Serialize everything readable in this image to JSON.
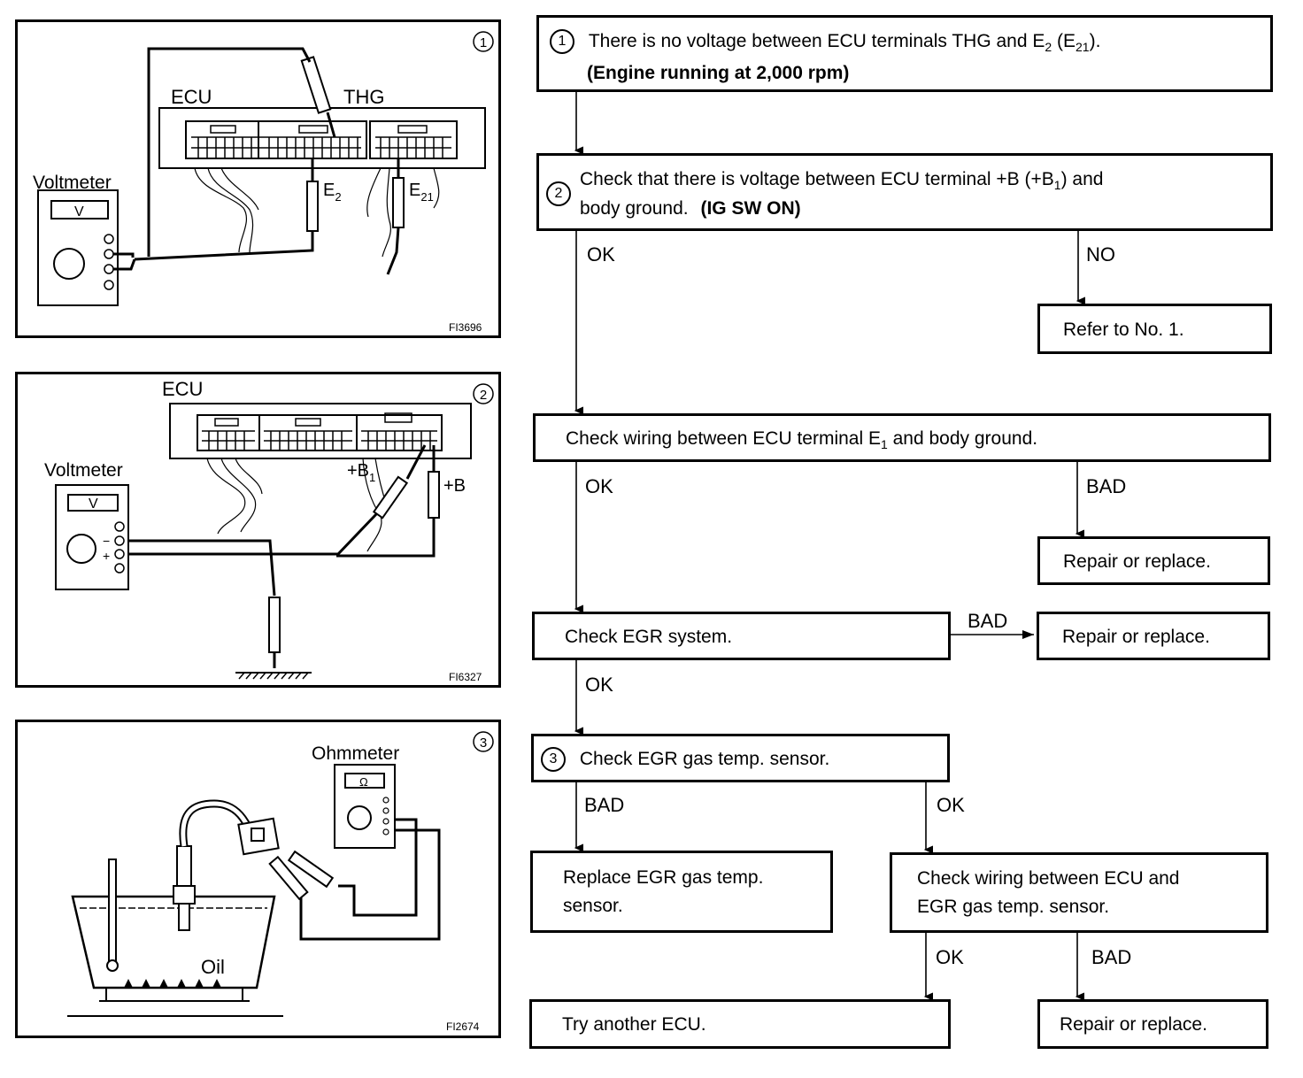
{
  "panels": [
    {
      "number": "1",
      "labels": {
        "ecu": "ECU",
        "thg": "THG",
        "voltmeter": "Voltmeter",
        "v": "V",
        "e2": "E",
        "e2_sub": "2",
        "e21": "E",
        "e21_sub": "21"
      },
      "code": "FI3696"
    },
    {
      "number": "2",
      "labels": {
        "ecu": "ECU",
        "voltmeter": "Voltmeter",
        "v": "V",
        "b1": "+B",
        "b1_sub": "1",
        "b": "+B",
        "minus": "−",
        "plus": "+"
      },
      "code": "FI6327"
    },
    {
      "number": "3",
      "labels": {
        "ohmmeter": "Ohmmeter",
        "omega": "Ω",
        "oil": "Oil"
      },
      "code": "FI2674"
    }
  ],
  "flowchart": {
    "step1": {
      "num": "1",
      "line1_a": "There is no voltage between ECU terminals THG and E",
      "line1_sub": "2",
      "line1_b": " (E",
      "line1_sub2": "21",
      "line1_c": ").",
      "line2": "(Engine running at 2,000 rpm)"
    },
    "step2": {
      "num": "2",
      "line1_a": "Check that there is voltage between ECU terminal +B (+B",
      "line1_sub": "1",
      "line1_b": ") and",
      "line2_a": "body ground.",
      "line2_b": "(IG SW ON)"
    },
    "no_label": "NO",
    "refer": "Refer to No. 1.",
    "ok1": "OK",
    "check_e1_a": "Check wiring between ECU terminal E",
    "check_e1_sub": "1",
    "check_e1_b": " and body ground.",
    "ok2": "OK",
    "bad1": "BAD",
    "repair1": "Repair or replace.",
    "check_egr": "Check EGR system.",
    "bad2": "BAD",
    "repair2": "Repair or replace.",
    "ok3": "OK",
    "step3": {
      "num": "3",
      "text": "Check EGR gas temp. sensor."
    },
    "bad3": "BAD",
    "ok4": "OK",
    "replace_line1": "Replace EGR gas temp.",
    "replace_line2": "sensor.",
    "check_wiring_line1": "Check wiring between ECU and",
    "check_wiring_line2": "EGR gas temp. sensor.",
    "ok5": "OK",
    "bad4": "BAD",
    "try_ecu": "Try another ECU.",
    "repair3": "Repair or replace."
  }
}
